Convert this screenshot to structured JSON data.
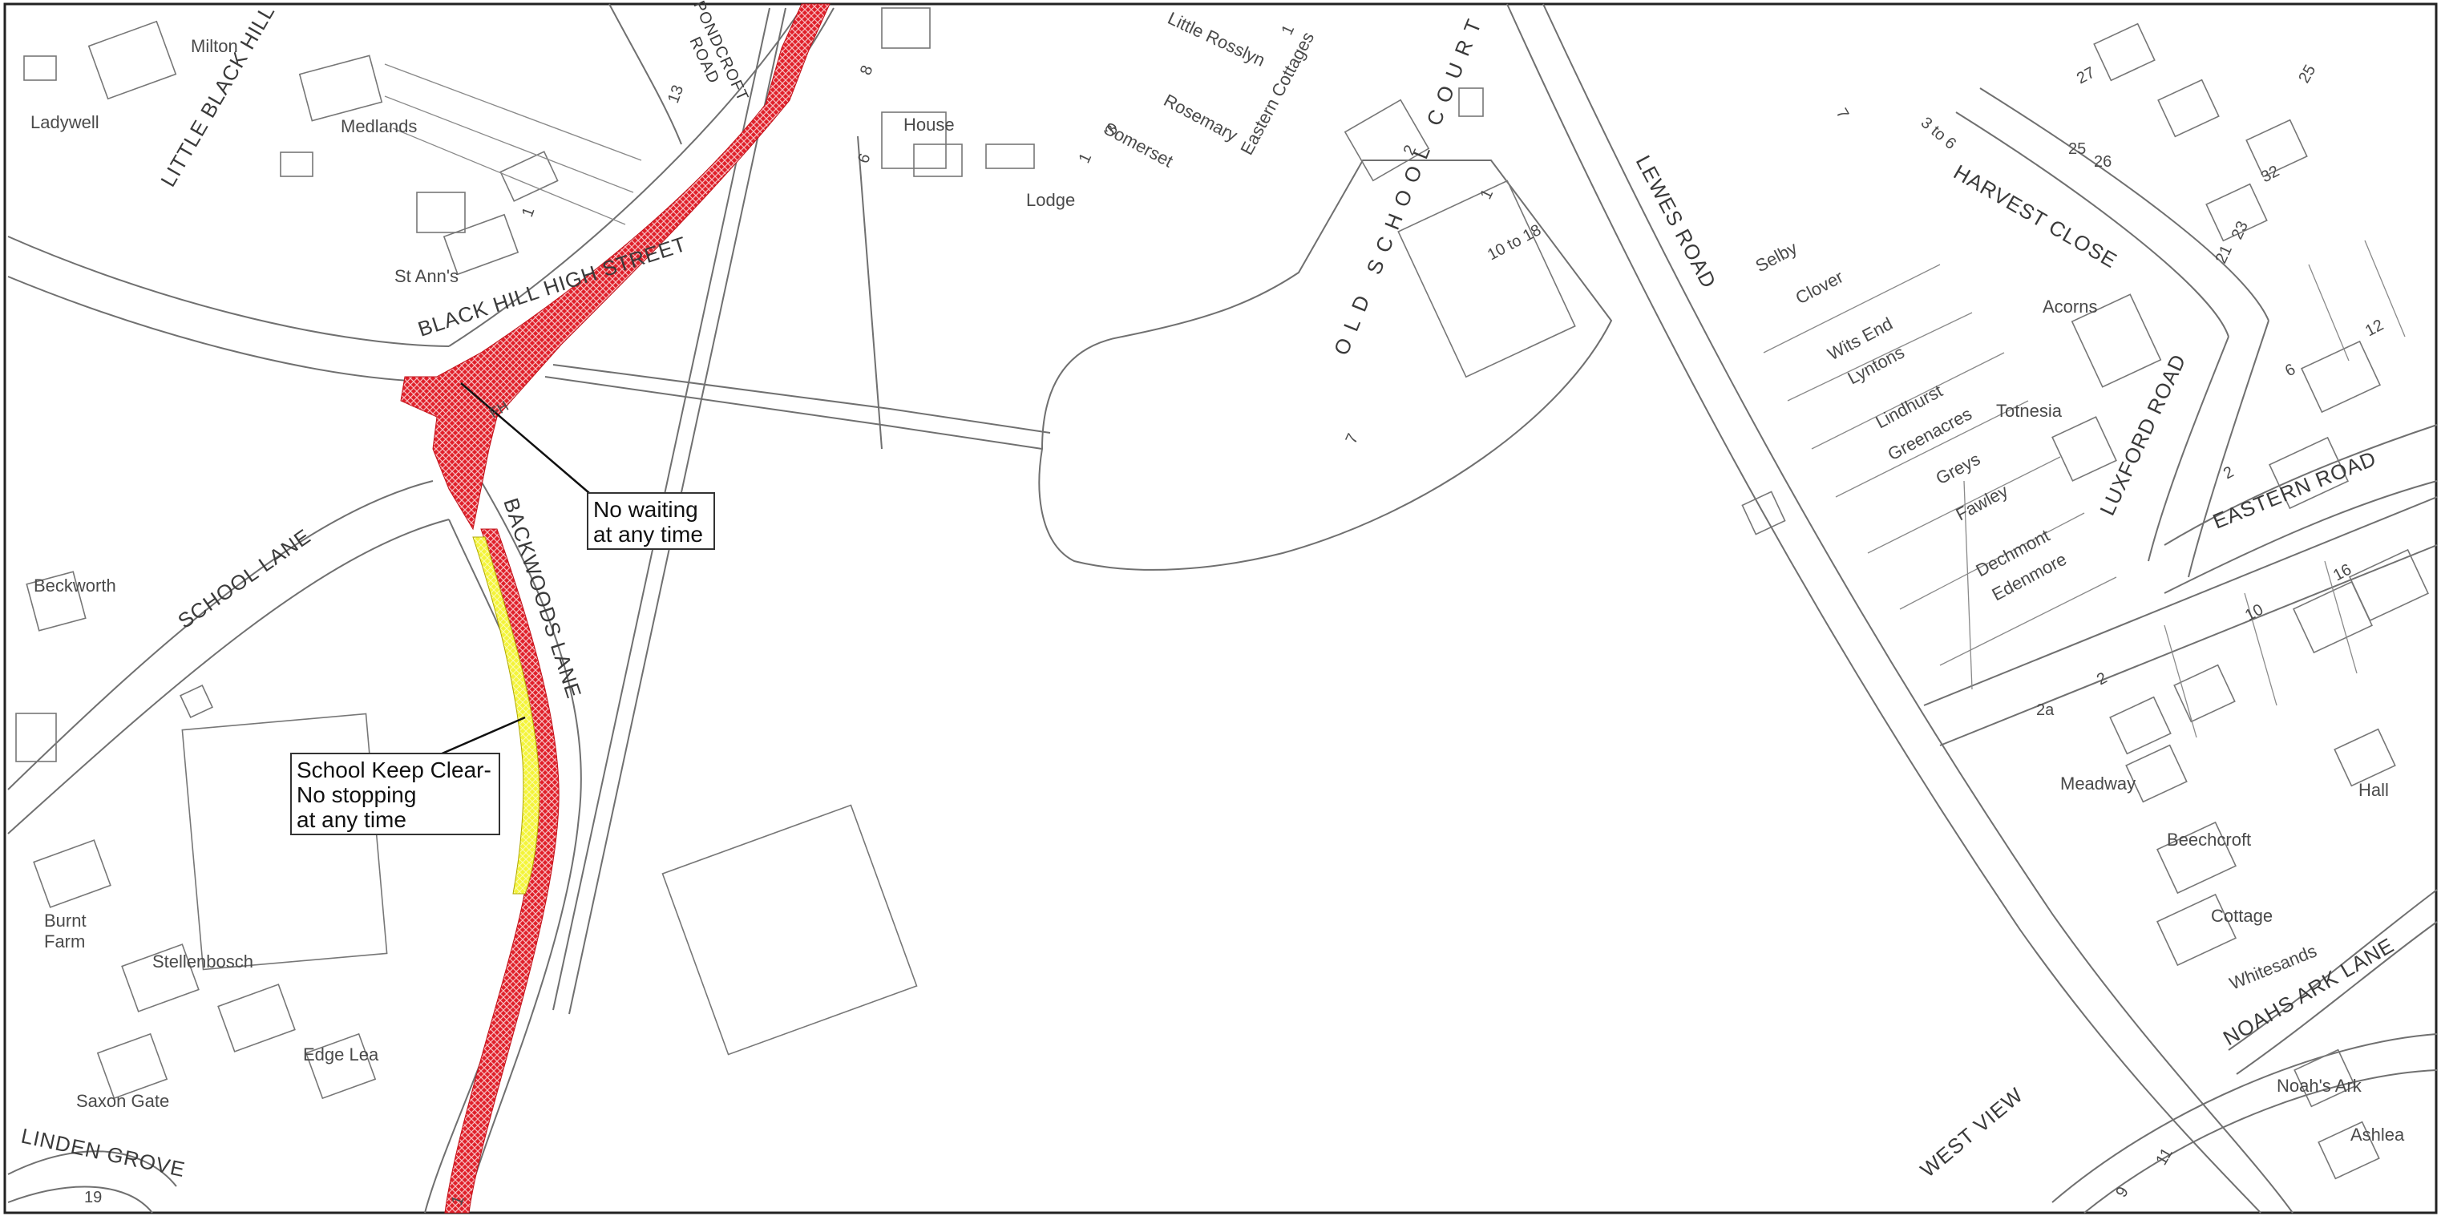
{
  "colors": {
    "no_waiting": "#e0202a",
    "school_keep_clear": "#f4f43a",
    "linework": "#6a6a6a"
  },
  "roads": {
    "little_black_hill": "LITTLE BLACK HILL",
    "pondcroft_road_1": "PONDCROFT",
    "pondcroft_road_2": "ROAD",
    "black_hill_high_street": "BLACK HILL HIGH STREET",
    "school_lane": "SCHOOL LANE",
    "backwoods_lane": "BACKWOODS LANE",
    "old_school_court": "OLD SCHOOL COURT",
    "lewes_road": "LEWES ROAD",
    "harvest_close": "HARVEST CLOSE",
    "luxford_road": "LUXFORD ROAD",
    "eastern_road": "EASTERN ROAD",
    "noahs_ark_lane": "NOAHS ARK LANE",
    "west_view": "WEST VIEW",
    "linden_grove": "LINDEN GROVE"
  },
  "places": {
    "milton": "Milton",
    "ladywell": "Ladywell",
    "medlands": "Medlands",
    "st_anns": "St Ann's",
    "house": "House",
    "lodge": "Lodge",
    "little_rosslyn": "Little Rosslyn",
    "rosemary": "Rosemary",
    "somerset": "Somerset",
    "eastern_cottages": "Eastern Cottages",
    "selby": "Selby",
    "clover": "Clover",
    "wits_end": "Wits End",
    "lyntons": "Lyntons",
    "lindhurst": "Lindhurst",
    "greenacres": "Greenacres",
    "greys": "Greys",
    "fawley": "Fawley",
    "dechmont": "Dechmont",
    "edenmore": "Edenmore",
    "acorns": "Acorns",
    "totnesia": "Totnesia",
    "beckworth": "Beckworth",
    "burnt_farm_1": "Burnt",
    "burnt_farm_2": "Farm",
    "stellenbosch": "Stellenbosch",
    "edge_lea": "Edge Lea",
    "saxon_gate": "Saxon Gate",
    "meadway": "Meadway",
    "beechcroft": "Beechcroft",
    "cottage": "Cottage",
    "whitesands": "Whitesands",
    "hall": "Hall",
    "noahs_ark": "Noah's Ark",
    "ashlea": "Ashlea",
    "fh": "FH"
  },
  "numbers": {
    "n13": "13",
    "n1a": "1",
    "n8": "8",
    "n6a": "6",
    "n1b": "1",
    "n1c": "1",
    "n3": "3",
    "n2a": "2",
    "n10to18": "10 to 18",
    "n7a": "7",
    "n1d": "1",
    "n3to6": "3 to 6",
    "n27": "27",
    "n25a": "25",
    "n25b": "25",
    "n26": "26",
    "n32": "32",
    "n21": "21",
    "n23": "23",
    "n12": "12",
    "n6b": "6",
    "n2b": "2",
    "n16": "16",
    "n10": "10",
    "n2c": "2",
    "n2a_letter": "2a",
    "n7b": "7",
    "n19": "19",
    "n9": "9",
    "n11": "11",
    "n1e": "1"
  },
  "callouts": {
    "no_waiting_1": "No waiting",
    "no_waiting_2": "at any time",
    "school_1": "School Keep Clear-",
    "school_2": "No stopping",
    "school_3": "at any time"
  }
}
